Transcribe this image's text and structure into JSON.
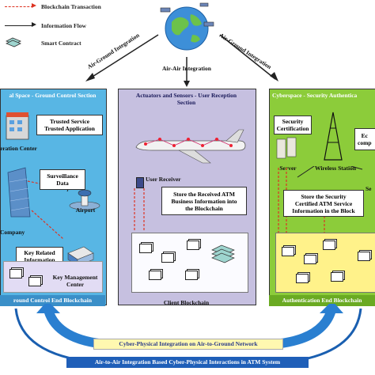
{
  "legend": {
    "blockchain_transaction": "Blockchain Transaction",
    "information_flow": "Information Flow",
    "smart_contract": "Smart Contract"
  },
  "top": {
    "air_ground_left": "Air-Ground Integration",
    "air_ground_right": "Air-Ground Integration",
    "air_air": "Air-Air Integration"
  },
  "left_panel": {
    "title": "al Space - Ground Control Section",
    "trusted": "Trusted Service\nTrusted Application",
    "center": "eration Center",
    "surveillance": "Surveillance\nData",
    "airport": "Airport",
    "company": "Company",
    "key_related": "Key Related\nInformation",
    "key_mgmt": "Key Management\nCenter",
    "footer": "round Control End Blockchain"
  },
  "middle_panel": {
    "title": "Actuators and Sensors - User Reception\nSection",
    "user_receiver": "User Receiver",
    "store": "Store the Received ATM\nBusiness Information into\nthe Blockchain",
    "client_blockchain": "Client Blockchain"
  },
  "right_panel": {
    "title": "Cyberspace - Security Authentica",
    "security_cert": "Security\nCertification",
    "server": "Server",
    "wireless": "Wireless Station",
    "ec": "Ec\ncomp",
    "s": "Se",
    "store": "Store the Security\nCertified ATM Service\nInformation in the Block",
    "footer": "Authentication End Blockchain"
  },
  "bottom": {
    "cyber_physical": "Cyber-Physical Integration on Air-to-Ground Network",
    "air_to_air": "Air-to-Air Integration Based Cyber-Physical Interactions in ATM System"
  },
  "colors": {
    "left_panel": "#58b6e4",
    "middle_panel": "#c6c0e0",
    "right_panel": "#8ccc3a",
    "chain_area": "#fff28a",
    "bottom_arrow": "#2a7fd0"
  }
}
